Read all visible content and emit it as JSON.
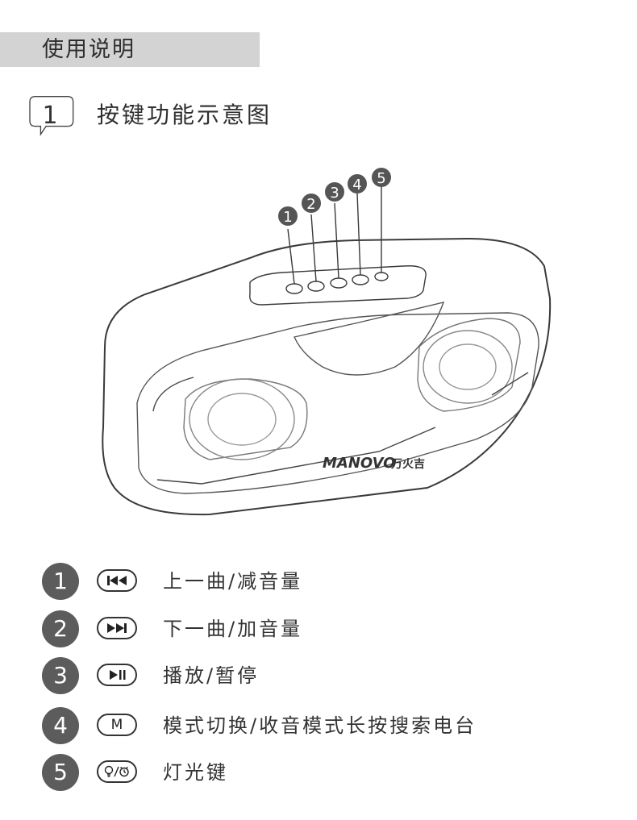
{
  "header": {
    "title": "使用说明"
  },
  "section": {
    "number": "1",
    "title": "按键功能示意图"
  },
  "diagram": {
    "callouts": [
      "1",
      "2",
      "3",
      "4",
      "5"
    ],
    "brand": "MANOVO",
    "brand_cn": "万火吉"
  },
  "legend": [
    {
      "number": "1",
      "icon": "previous-track-icon",
      "text": "上一曲/减音量"
    },
    {
      "number": "2",
      "icon": "next-track-icon",
      "text": "下一曲/加音量"
    },
    {
      "number": "3",
      "icon": "play-pause-icon",
      "text": "播放/暂停"
    },
    {
      "number": "4",
      "icon": "mode-icon",
      "icon_text": "M",
      "text": "模式切换/收音模式长按搜索电台"
    },
    {
      "number": "5",
      "icon": "light-alarm-icon",
      "text": "灯光键"
    }
  ]
}
